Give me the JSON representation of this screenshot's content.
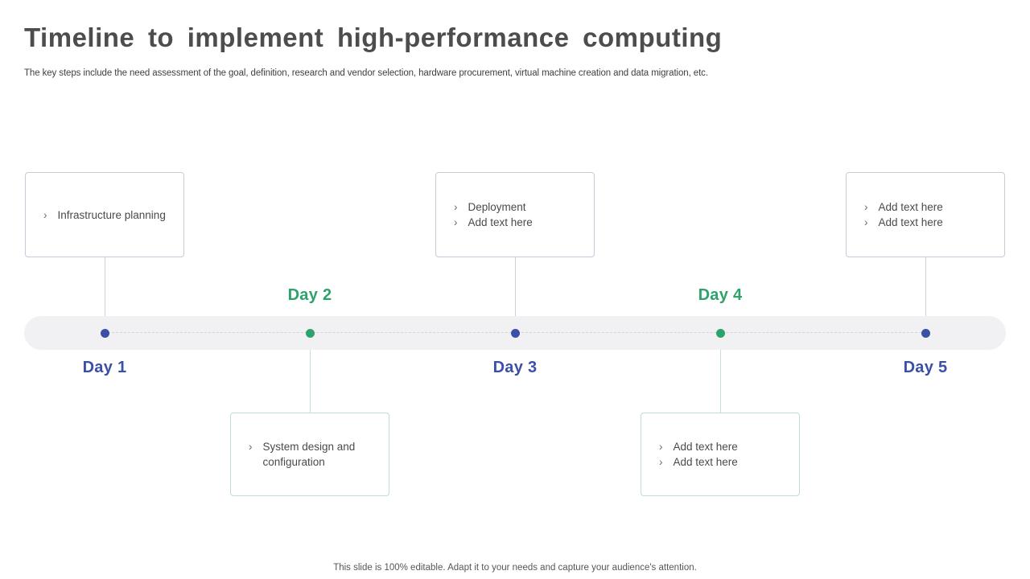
{
  "slide": {
    "title": "Timeline to implement high-performance computing",
    "subtitle": "The key steps include the need assessment of the goal, definition, research and vendor selection, hardware procurement, virtual machine creation and data migration, etc.",
    "footer": "This slide is 100% editable. Adapt it to your needs and capture your audience's attention."
  },
  "colors": {
    "blue": "#3b4fa7",
    "green": "#2da26b",
    "bar_fill": "#f1f1f3",
    "dash": "#d4d4d8",
    "box_border_above": "#c6cbd8",
    "box_border_below": "#bfe0cd",
    "connector_above": "#ccd1d9",
    "connector_below": "#c9dfd2",
    "text": "#4a4a4a"
  },
  "timeline": {
    "bullet": "›",
    "milestones": [
      {
        "label": "Day 1",
        "accent": "blue",
        "box": "above",
        "items": [
          "Infrastructure planning"
        ]
      },
      {
        "label": "Day 2",
        "accent": "green",
        "box": "below",
        "items": [
          "System design and configuration"
        ]
      },
      {
        "label": "Day 3",
        "accent": "blue",
        "box": "above",
        "items": [
          "Deployment",
          "Add text here"
        ]
      },
      {
        "label": "Day 4",
        "accent": "green",
        "box": "below",
        "items": [
          "Add text here",
          "Add text here"
        ]
      },
      {
        "label": "Day 5",
        "accent": "blue",
        "box": "above",
        "items": [
          "Add text here",
          "Add text here"
        ]
      }
    ]
  }
}
